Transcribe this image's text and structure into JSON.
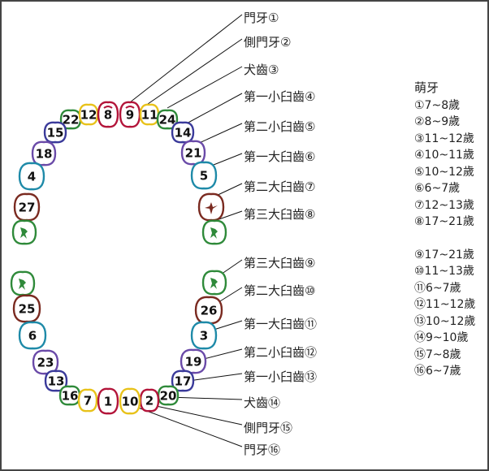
{
  "teeth": [
    {
      "num": "22",
      "color": "#2f8a3a"
    },
    {
      "num": "12",
      "color": "#e8c21a"
    },
    {
      "num": "8",
      "color": "#b3153a"
    },
    {
      "num": "9",
      "color": "#b3153a"
    },
    {
      "num": "11",
      "color": "#e8c21a"
    },
    {
      "num": "24",
      "color": "#2f8a3a"
    },
    {
      "num": "15",
      "color": "#3a3a9a"
    },
    {
      "num": "14",
      "color": "#3a3a9a"
    },
    {
      "num": "18",
      "color": "#6a4aa8"
    },
    {
      "num": "21",
      "color": "#6a4aa8"
    },
    {
      "num": "4",
      "color": "#1e8aa8"
    },
    {
      "num": "5",
      "color": "#1e8aa8"
    },
    {
      "num": "27",
      "color": "#7a2a20"
    },
    {
      "num": "",
      "color": "#7a2a20"
    },
    {
      "num": "",
      "color": "#2f8a3a"
    },
    {
      "num": "",
      "color": "#2f8a3a"
    },
    {
      "num": "",
      "color": "#2f8a3a"
    },
    {
      "num": "",
      "color": "#2f8a3a"
    },
    {
      "num": "25",
      "color": "#7a2a20"
    },
    {
      "num": "26",
      "color": "#7a2a20"
    },
    {
      "num": "6",
      "color": "#1e8aa8"
    },
    {
      "num": "3",
      "color": "#1e8aa8"
    },
    {
      "num": "23",
      "color": "#6a4aa8"
    },
    {
      "num": "19",
      "color": "#6a4aa8"
    },
    {
      "num": "13",
      "color": "#3a3a9a"
    },
    {
      "num": "17",
      "color": "#3a3a9a"
    },
    {
      "num": "16",
      "color": "#2f8a3a"
    },
    {
      "num": "20",
      "color": "#2f8a3a"
    },
    {
      "num": "7",
      "color": "#e8c21a"
    },
    {
      "num": "2",
      "color": "#b3153a"
    },
    {
      "num": "1",
      "color": "#b3153a"
    },
    {
      "num": "10",
      "color": "#e8c21a"
    }
  ],
  "labels": [
    "門牙①",
    "側門牙②",
    "犬齒③",
    "第一小臼齒④",
    "第二小臼齒⑤",
    "第一大臼齒⑥",
    "第二大臼齒⑦",
    "第三大臼齒⑧",
    "第三大臼齒⑨",
    "第二大臼齒⑩",
    "第一大臼齒⑪",
    "第二小臼齒⑫",
    "第一小臼齒⑬",
    "犬齒⑭",
    "側門牙⑮",
    "門牙⑯"
  ],
  "legend": {
    "title": "萌牙",
    "upper": [
      "①7~8歲",
      "②8~9歲",
      "③11~12歲",
      "④10~11歲",
      "⑤10~12歲",
      "⑥6~7歲",
      "⑦12~13歲",
      "⑧17~21歲"
    ],
    "lower": [
      "⑨17~21歲",
      "⑩11~13歲",
      "⑪6~7歲",
      "⑫11~12歲",
      "⑬10~12歲",
      "⑭9~10歲",
      "⑮7~8歲",
      "⑯6~7歲"
    ]
  }
}
